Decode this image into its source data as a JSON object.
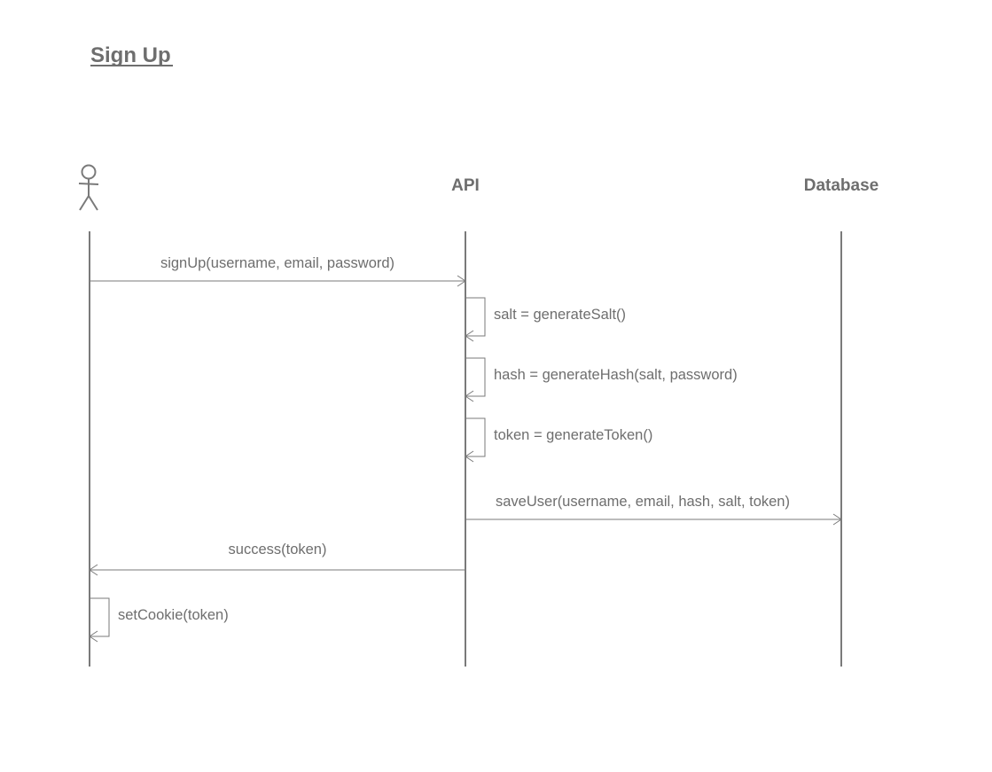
{
  "title": "Sign Up",
  "participants": [
    {
      "id": "user",
      "type": "actor",
      "label": ""
    },
    {
      "id": "api",
      "type": "system",
      "label": "API"
    },
    {
      "id": "db",
      "type": "system",
      "label": "Database"
    }
  ],
  "messages": [
    {
      "from": "user",
      "to": "api",
      "label": "signUp(username, email, password)"
    },
    {
      "from": "api",
      "to": "api",
      "label": "salt = generateSalt()"
    },
    {
      "from": "api",
      "to": "api",
      "label": "hash = generateHash(salt, password)"
    },
    {
      "from": "api",
      "to": "api",
      "label": "token = generateToken()"
    },
    {
      "from": "api",
      "to": "db",
      "label": "saveUser(username, email, hash, salt, token)"
    },
    {
      "from": "api",
      "to": "user",
      "label": "success(token)"
    },
    {
      "from": "user",
      "to": "user",
      "label": "setCookie(token)"
    }
  ],
  "colors": {
    "ink": "#7a7a7a",
    "text": "#6e6e6e"
  }
}
